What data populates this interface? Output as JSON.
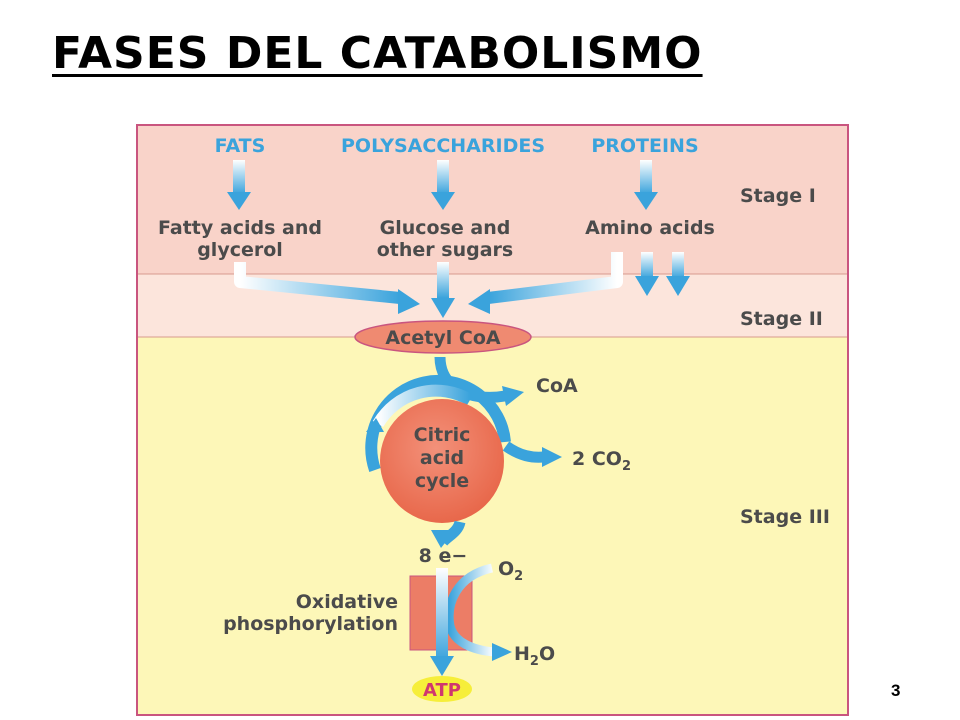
{
  "slide": {
    "title": "FASES DEL CATABOLISMO",
    "page_number": "3"
  },
  "diagram": {
    "sources": [
      "FATS",
      "POLYSACCHARIDES",
      "PROTEINS"
    ],
    "products": {
      "fatty_line1": "Fatty acids and",
      "fatty_line2": "glycerol",
      "glucose_line1": "Glucose and",
      "glucose_line2": "other sugars",
      "amino": "Amino acids"
    },
    "stages": [
      "Stage I",
      "Stage II",
      "Stage III"
    ],
    "acetyl_coa": "Acetyl CoA",
    "coa": "CoA",
    "cycle": [
      "Citric",
      "acid",
      "cycle"
    ],
    "co2_prefix": "2 CO",
    "co2_sub": "2",
    "electrons": "8 e−",
    "o2_main": "O",
    "o2_sub": "2",
    "oxphos_line1": "Oxidative",
    "oxphos_line2": "phosphorylation",
    "h2o_h": "H",
    "h2o_sub": "2",
    "h2o_o": "O",
    "atp": "ATP"
  },
  "colors": {
    "stage1_bg": "#f9d3c9",
    "stage2_bg": "#fce5dc",
    "stage3_bg": "#fdf7b8",
    "frame": "#c9557f",
    "arrow_blue": "#3aa3dc",
    "cycle_fill": "#ee7d63",
    "acetyl_fill": "#ef8a71",
    "atp_fill": "#f6ee3a"
  }
}
